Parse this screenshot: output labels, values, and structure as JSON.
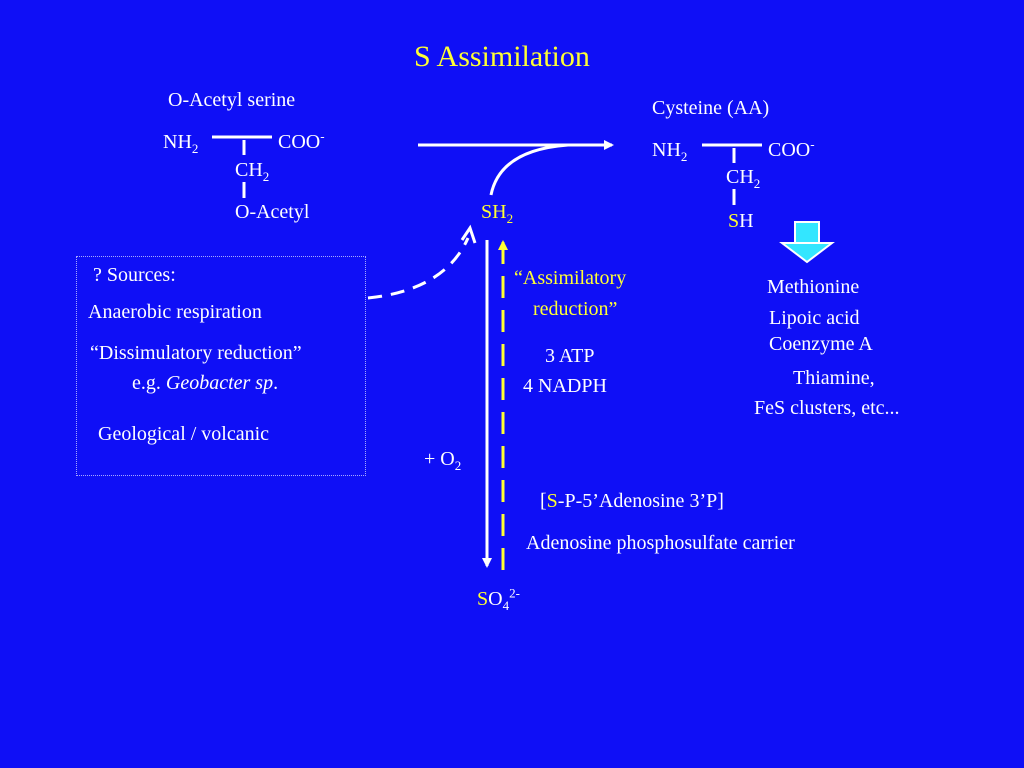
{
  "title": "S Assimilation",
  "colors": {
    "background": "#0f0ff6",
    "text": "#ffffff",
    "accent": "#ffff33",
    "down_arrow": "#33e6ff"
  },
  "oas": {
    "label": "O-Acetyl serine",
    "nh2": {
      "base": "NH",
      "sub": "2"
    },
    "coo": {
      "base": "COO",
      "sup": "-"
    },
    "ch2": {
      "base": "CH",
      "sub": "2"
    },
    "oacetyl": "O-Acetyl"
  },
  "cys": {
    "label": "Cysteine (AA)",
    "nh2": {
      "base": "NH",
      "sub": "2"
    },
    "coo": {
      "base": "COO",
      "sup": "-"
    },
    "ch2": {
      "base": "CH",
      "sub": "2"
    },
    "sh": {
      "s": "S",
      "h": "H"
    }
  },
  "sh2": {
    "base": "SH",
    "sub": "2"
  },
  "so4": {
    "s": "S",
    "o": "O",
    "sub": "4",
    "sup": "2-"
  },
  "sources": {
    "heading": "? Sources:",
    "item1": "Anaerobic respiration",
    "item2": "“Dissimulatory reduction”",
    "item3_prefix": "e.g. ",
    "item3_italic": "Geobacter sp",
    "item3_suffix": ".",
    "item4": "Geological / volcanic"
  },
  "assimilatory": {
    "line1": "“Assimilatory",
    "line2": "reduction”"
  },
  "energy": {
    "atp": "3 ATP",
    "nadph": "4 NADPH"
  },
  "oxygen": {
    "base": "+ O",
    "sub": "2"
  },
  "carrier": {
    "open": "[",
    "s": "S",
    "rest": "-P-5’Adenosine 3’P]",
    "name": "Adenosine phosphosulfate carrier"
  },
  "products": [
    "Methionine",
    "Lipoic acid",
    "Coenzyme A",
    "Thiamine,",
    "FeS clusters, etc..."
  ],
  "icons": {
    "down_arrow": "down-block-arrow-icon"
  }
}
